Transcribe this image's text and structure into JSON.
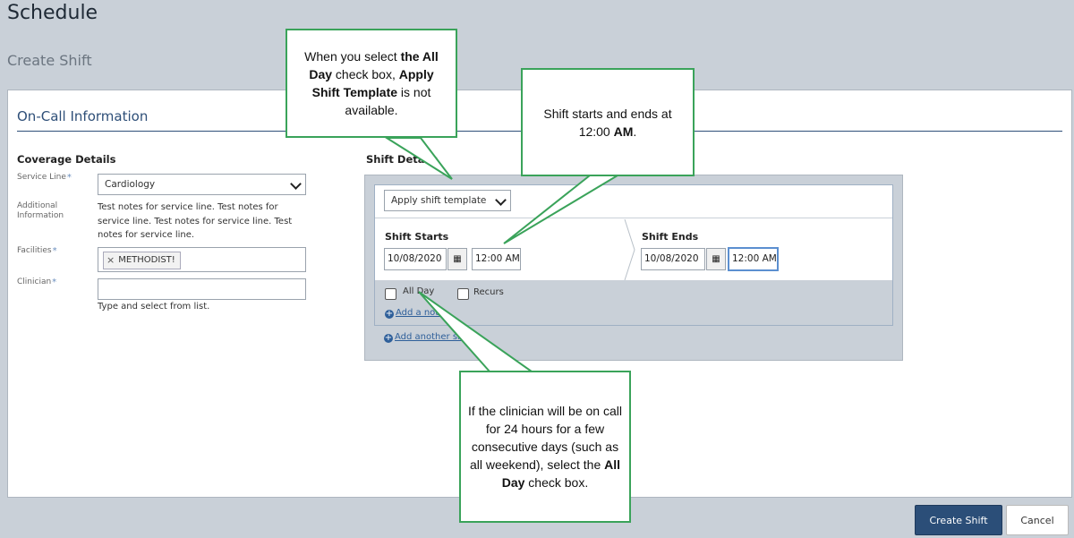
{
  "header": {
    "title": "Schedule",
    "subtitle": "Create Shift"
  },
  "section": {
    "title": "On-Call Information"
  },
  "coverage": {
    "title": "Coverage Details",
    "service_line_label": "Service Line",
    "service_line_value": "Cardiology",
    "additional_info_label": "Additional Information",
    "additional_info_text": "Test notes for service line. Test notes for service line. Test notes for service line. Test notes for service line.",
    "facilities_label": "Facilities",
    "facility_tag": "METHODIST!",
    "clinician_label": "Clinician",
    "clinician_value": "",
    "clinician_hint": "Type and select from list.",
    "required_mark": "*"
  },
  "shift": {
    "title": "Shift Details",
    "template_placeholder": "Apply shift template",
    "starts_label": "Shift Starts",
    "start_date": "10/08/2020",
    "start_time": "12:00 AM",
    "ends_label": "Shift Ends",
    "end_date": "10/08/2020",
    "end_time": "12:00 AM",
    "all_day_label": "All Day",
    "all_day_checked": false,
    "recurs_label": "Recurs",
    "recurs_checked": false,
    "add_note_link": "Add a note",
    "add_shift_link": "Add another shift"
  },
  "buttons": {
    "create": "Create Shift",
    "cancel": "Cancel"
  },
  "callouts": {
    "template_a": "When you select ",
    "template_b": "the All Day",
    "template_c": " check box, ",
    "template_d": "Apply Shift Template",
    "template_e": " is not available.",
    "times_a": "Shift starts and ends at 12:00 ",
    "times_b": "AM",
    "times_c": ".",
    "allday_a": "If the clinician will be on call for 24 hours for a few consecutive days (such as all weekend), select the ",
    "allday_b": "All Day",
    "allday_c": " check box."
  },
  "colors": {
    "accent": "#2e4f78",
    "primary_button": "#2b4e78",
    "callout_border": "#3aa35a",
    "background": "#c9d0d8"
  }
}
